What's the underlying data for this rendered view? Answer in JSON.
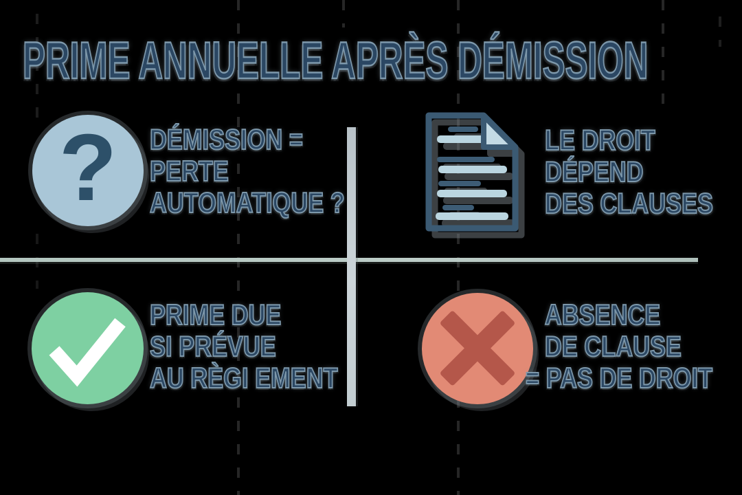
{
  "title": "PRIME ANNUELLE APRÈS DÉMISSION",
  "quadrants": {
    "top_left": {
      "icon": "question-mark-icon",
      "lines": [
        "DÉMISSION =",
        "PERTE",
        "AUTOMATIQUE ?"
      ]
    },
    "top_right": {
      "icon": "document-icon",
      "lines": [
        "LE DROIT",
        "DÉPEND",
        "DES CLAUSES"
      ]
    },
    "bottom_left": {
      "icon": "check-icon",
      "lines": [
        "PRIME DUE",
        "SI PRÉVUE",
        "AU RÈGI EMENT"
      ]
    },
    "bottom_right": {
      "icon": "x-mark-icon",
      "lines": [
        "ABSENCE",
        "DE CLAUSE",
        "= PAS DE DROIT"
      ]
    }
  },
  "icons": {
    "question_glyph": "?"
  },
  "colors": {
    "background": "#000000",
    "text": "#2b4763",
    "text_outline": "#7d98ab",
    "question_circle": "#a9c6d7",
    "question_mark": "#2d5069",
    "check_circle": "#7ed0a2",
    "check_mark": "#ffffff",
    "x_circle": "#e28a75",
    "x_mark": "#b4574a",
    "document_outline": "#3b5a73",
    "document_line_light": "#bad5e0",
    "document_line_dark": "#3d5c75",
    "divider_horizontal": "#b7c9c3",
    "divider_vertical": "#c7d0d5"
  }
}
